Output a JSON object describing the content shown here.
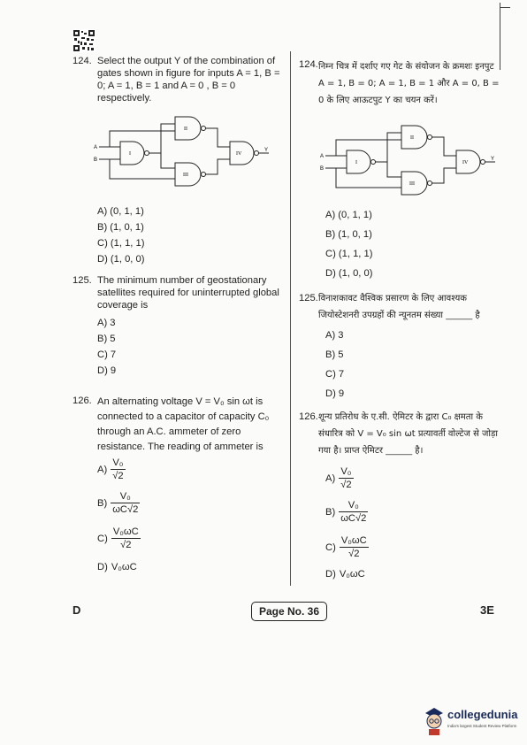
{
  "left": {
    "q124": {
      "num": "124.",
      "text": "Select the output Y of the combination of gates shown in figure for inputs A = 1, B = 0; A = 1, B = 1 and A = 0 , B = 0 respectively.",
      "options": [
        "A) (0, 1, 1)",
        "B) (1, 0, 1)",
        "C) (1, 1, 1)",
        "D) (1, 0, 0)"
      ]
    },
    "q125": {
      "num": "125.",
      "text": "The minimum number of geostationary satellites required for uninterrupted global coverage is",
      "options": [
        "A) 3",
        "B) 5",
        "C) 7",
        "D) 9"
      ]
    },
    "q126": {
      "num": "126.",
      "text": "An alternating voltage V = V₀ sin ωt is connected to a capacitor of capacity C₀ through an A.C. ammeter of zero resistance. The reading of ammeter is",
      "options": [
        {
          "label": "A)",
          "num": "V₀",
          "den": "√2"
        },
        {
          "label": "B)",
          "num": "V₀",
          "den": "ωC√2"
        },
        {
          "label": "C)",
          "num": "V₀ωC",
          "den": "√2"
        },
        {
          "label": "D)",
          "text": "V₀ωC"
        }
      ]
    }
  },
  "right": {
    "q124": {
      "num": "124.",
      "text": "निम्न चित्र में दर्शाए गए गेट के संयोजन के क्रमशः इनपुट A = 1, B = 0; A = 1, B = 1 और A = 0, B = 0 के लिए आऊटपुट Y का चयन करें।",
      "options": [
        "A) (0, 1, 1)",
        "B) (1, 0, 1)",
        "C) (1, 1, 1)",
        "D) (1, 0, 0)"
      ]
    },
    "q125": {
      "num": "125.",
      "text": "विनाशकावट वैश्विक प्रसारण के लिए आवश्यक जियोस्टेशनरी उपग्रहों की न्यूनतम संख्या ______ है",
      "options": [
        "A) 3",
        "B) 5",
        "C) 7",
        "D) 9"
      ]
    },
    "q126": {
      "num": "126.",
      "text": "शून्य प्रतिरोध के ए.सी. ऐमिटर के द्वारा C₀ क्षमता के संधारित्र को V = V₀ sin ωt प्रत्यावर्ती वोल्टेज से जोड़ा गया है। प्राप्त ऐमिटर ______ है।",
      "options": [
        {
          "label": "A)",
          "num": "V₀",
          "den": "√2"
        },
        {
          "label": "B)",
          "num": "V₀",
          "den": "ωC√2"
        },
        {
          "label": "C)",
          "num": "V₀ωC",
          "den": "√2"
        },
        {
          "label": "D)",
          "text": "V₀ωC"
        }
      ]
    }
  },
  "circuit": {
    "in_a": "A",
    "in_b": "B",
    "out_y": "Y",
    "gate1": "I",
    "gate2": "II",
    "gate3": "III",
    "gate4": "IV"
  },
  "footer": {
    "set": "D",
    "page": "Page No. 36",
    "code": "3E"
  },
  "logo": {
    "name": "collegedunia",
    "tagline": "India's largest Student Review Platform"
  }
}
